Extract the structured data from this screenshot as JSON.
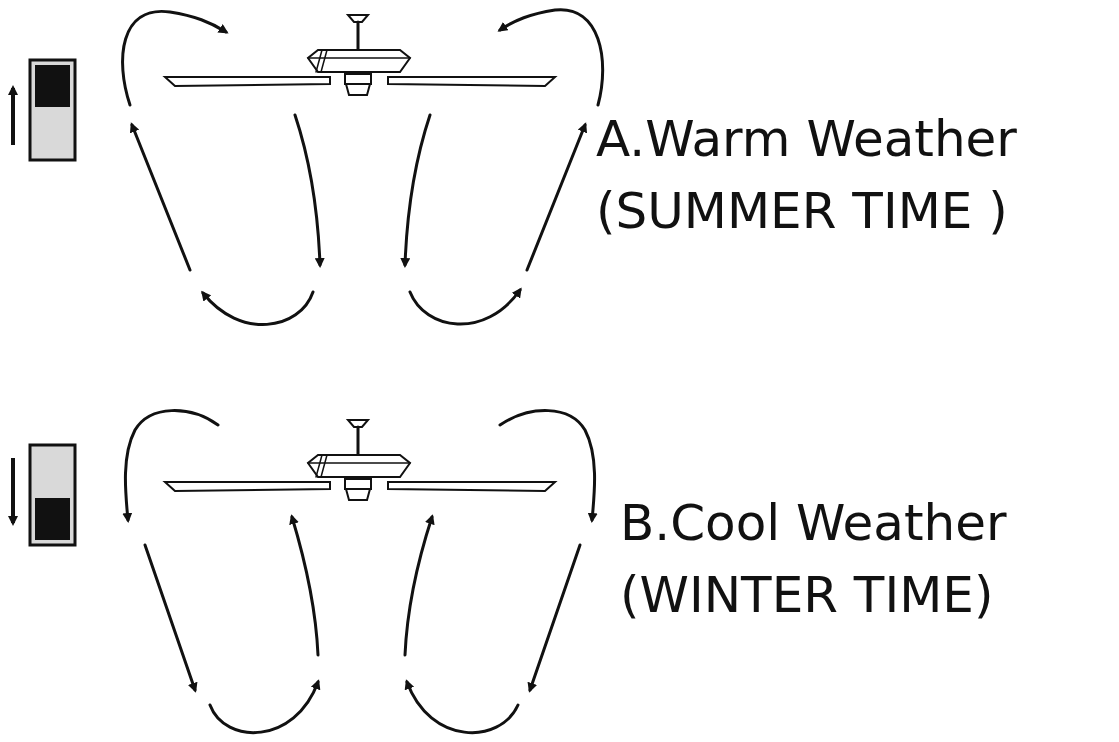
{
  "diagram": {
    "labels": [
      "A.Warm Weather",
      "(SUMMER TIME )",
      "B.Cool Weather",
      "(WINTER TIME)"
    ]
  }
}
